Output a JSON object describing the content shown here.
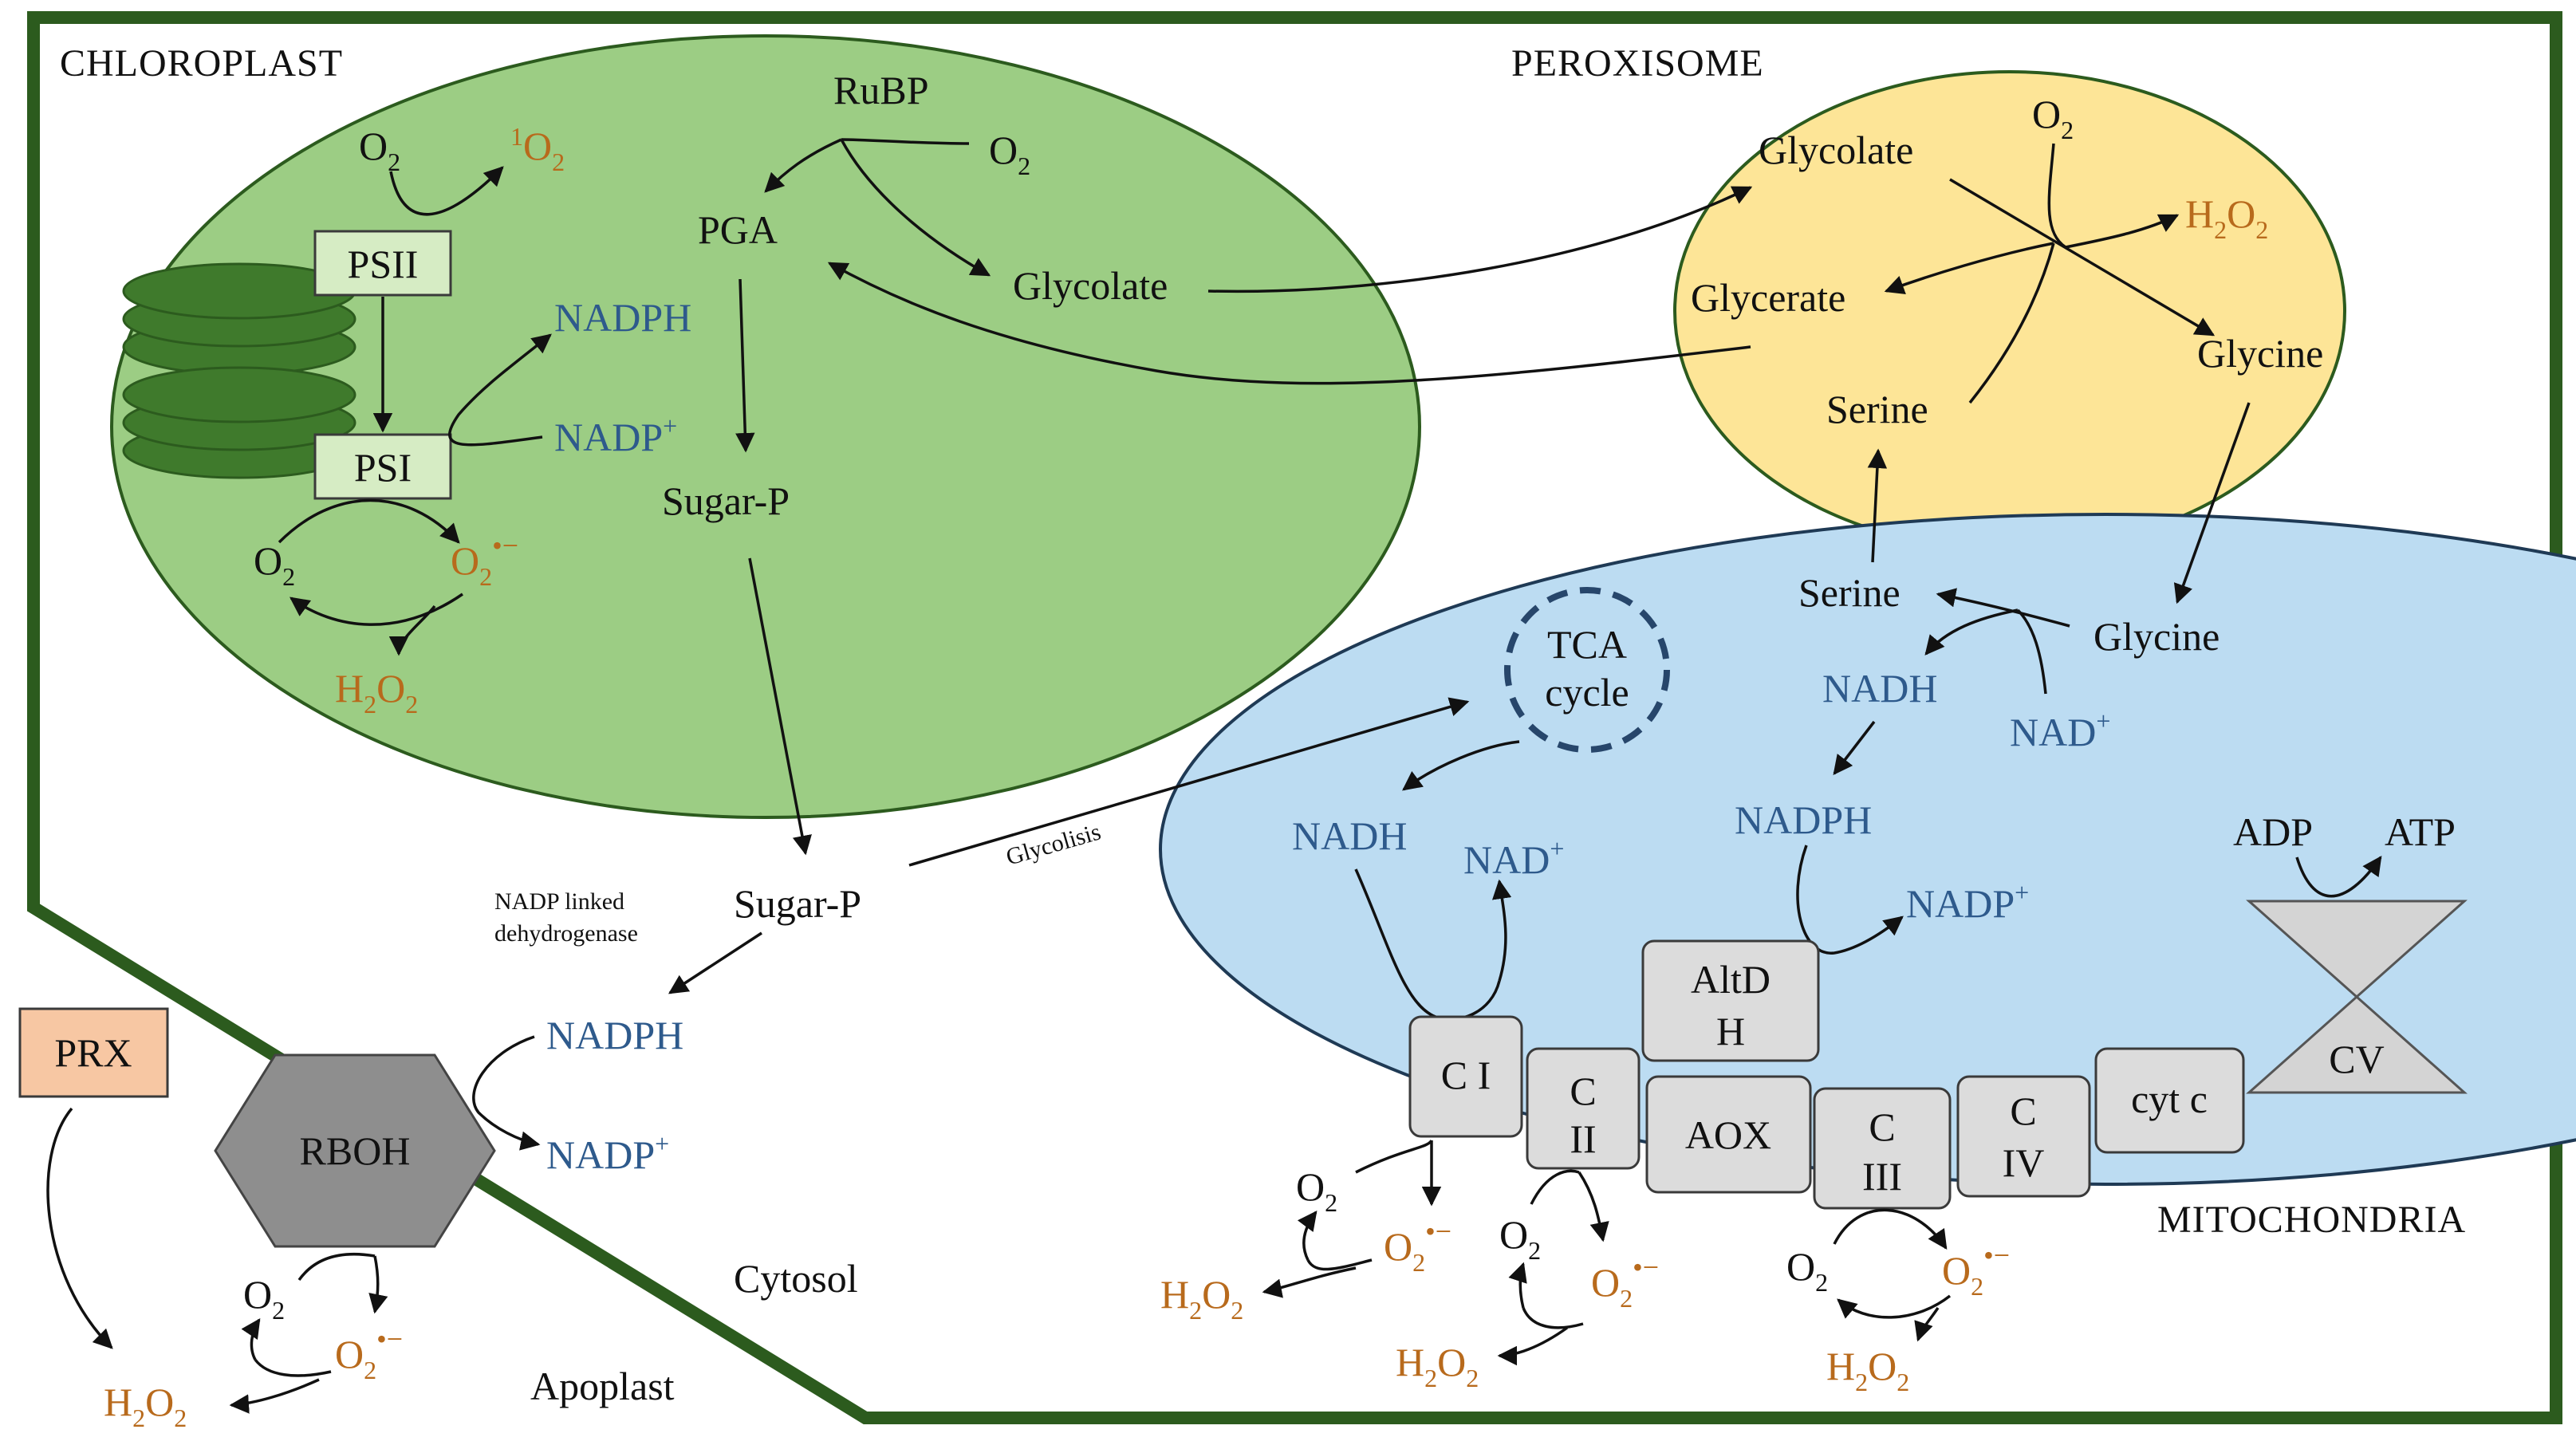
{
  "colors": {
    "chloroplast": "#9ccd84",
    "peroxisome": "#fde597",
    "mitochondria": "#bcdcf2",
    "cell_wall": "#2c5b1e",
    "thylakoid": "#3f7a2c",
    "ros_orange": "#b86a1c",
    "cofactor_blue": "#2e5a8c",
    "complex_gray": "#dcdcdc",
    "rboh_gray": "#8e8e8e",
    "prx_fill": "#f7c7a3"
  },
  "labels": {
    "chloroplast": "CHLOROPLAST",
    "peroxisome": "PEROXISOME",
    "mitochondria": "MITOCHONDRIA",
    "cytosol": "Cytosol",
    "apoplast": "Apoplast",
    "glycolisis": "Glycolisis",
    "nadp_dehydrogenase_1": "NADP linked",
    "nadp_dehydrogenase_2": "dehydrogenase"
  },
  "chloroplast": {
    "psii": "PSII",
    "psi": "PSI",
    "o2_top": "O",
    "singlet_o2": "O",
    "nadph": "NADPH",
    "nadp_plus": "NADP",
    "o2_bottom": "O",
    "superoxide": "O",
    "h2o2": "H",
    "rubp": "RuBP",
    "o2_rubp": "O",
    "pga": "PGA",
    "glycolate": "Glycolate",
    "sugar_p": "Sugar-P"
  },
  "peroxisome": {
    "glycolate": "Glycolate",
    "o2": "O",
    "h2o2": "H",
    "glycerate": "Glycerate",
    "glycine": "Glycine",
    "serine": "Serine"
  },
  "cytosol": {
    "sugar_p": "Sugar-P",
    "nadph": "NADPH",
    "nadp_plus": "NADP",
    "rboh": "RBOH",
    "prx": "PRX",
    "o2": "O",
    "superoxide": "O",
    "h2o2": "H"
  },
  "mitochondria": {
    "serine": "Serine",
    "glycine": "Glycine",
    "nadh_top": "NADH",
    "nad_plus_top": "NAD",
    "nadph": "NADPH",
    "nadp_plus": "NADP",
    "tca_line1": "TCA",
    "tca_line2": "cycle",
    "nadh_left": "NADH",
    "nad_plus_left": "NAD",
    "adp": "ADP",
    "atp": "ATP",
    "c1": "C I",
    "c2_line1": "C",
    "c2_line2": "II",
    "altdh_line1": "AltD",
    "altdh_line2": "H",
    "aox": "AOX",
    "c3_line1": "C",
    "c3_line2": "III",
    "c4_line1": "C",
    "c4_line2": "IV",
    "cytc": "cyt c",
    "cv": "CV",
    "o2_a": "O",
    "sup_a": "O",
    "h2o2_a": "H",
    "o2_b": "O",
    "sup_b": "O",
    "h2o2_b": "H",
    "o2_c": "O",
    "sup_c": "O",
    "h2o2_c": "H"
  },
  "glyphs": {
    "sub2": "2",
    "sup1": "1",
    "plus": "+",
    "dot_minus": "•−",
    "h2o2_tail": "O"
  }
}
